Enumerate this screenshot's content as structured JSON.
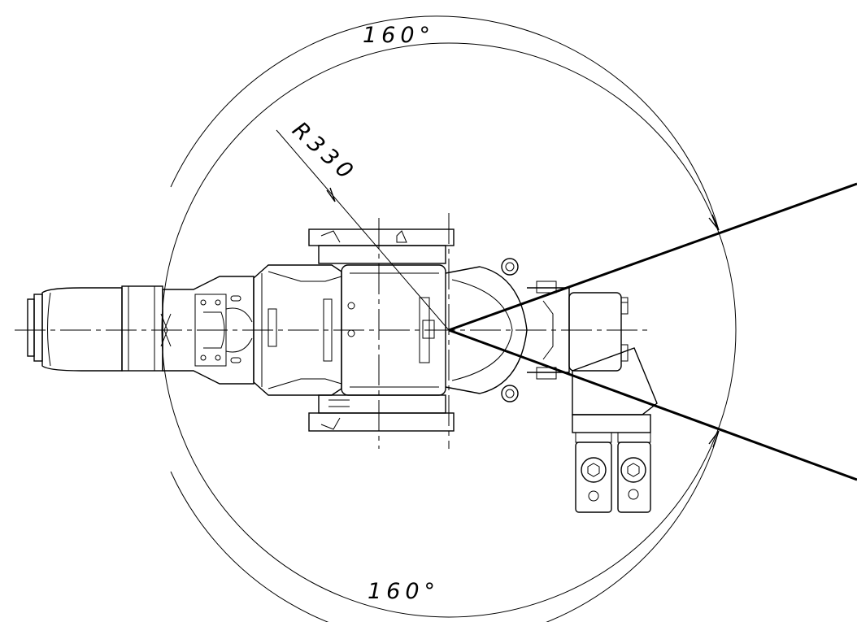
{
  "dimensions": {
    "angle_upper": "160°",
    "angle_lower": "160°",
    "radius": "R330"
  }
}
